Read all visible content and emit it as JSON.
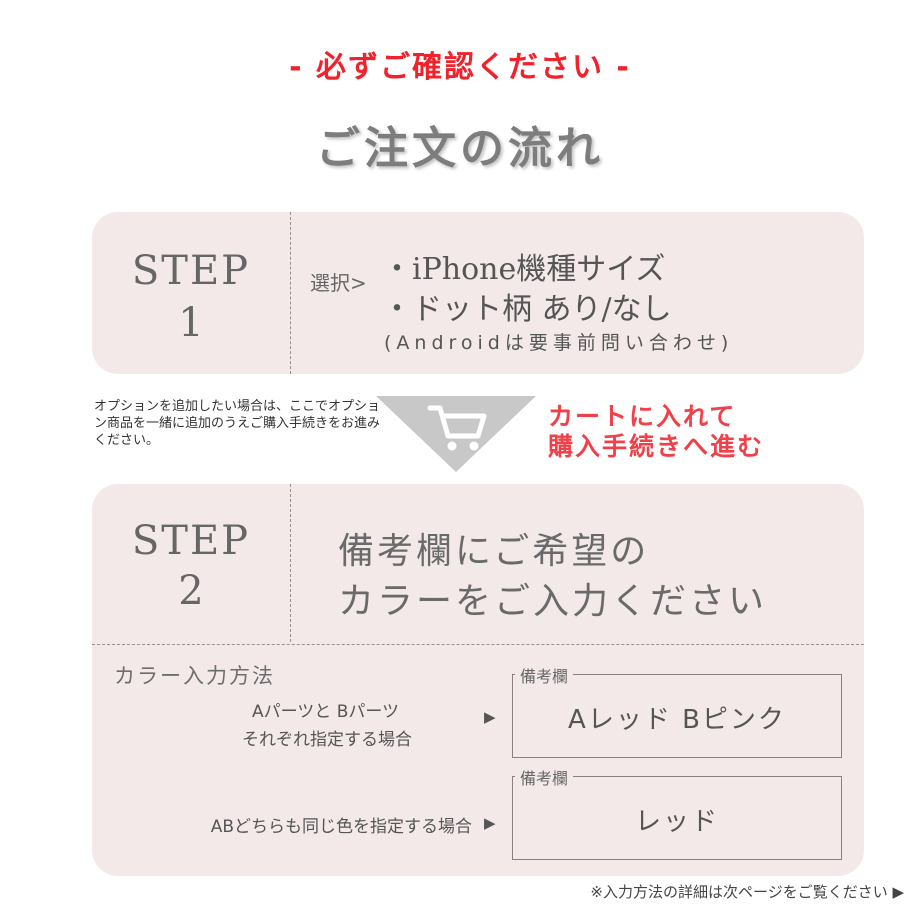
{
  "header": {
    "notice": "- 必ずご確認ください -",
    "title": "ご注文の流れ"
  },
  "step1": {
    "step_word": "STEP",
    "step_number": "1",
    "select_label": "選択>",
    "items": [
      "・iPhone機種サイズ",
      "・ドット柄 あり/なし"
    ],
    "note": "(Androidは要事前問い合わせ)"
  },
  "middle": {
    "option_note": "オプションを追加したい場合は、ここでオプション商品を一緒に追加のうえご購入手続きをお進みください。",
    "cart_line1": "カートに入れて",
    "cart_line2": "購入手続きへ進む",
    "cart_icon": "shopping-cart-icon"
  },
  "step2": {
    "step_word": "STEP",
    "step_number": "2",
    "line1": "備考欄にご希望の",
    "line2": "カラーをご入力ください",
    "color_heading": "カラー入力方法",
    "cases": [
      {
        "label_line1": "Aパーツと Bパーツ",
        "label_line2": "それぞれ指定する場合",
        "arrow": "▶",
        "box_legend": "備考欄",
        "box_value": "Aレッド Bピンク"
      },
      {
        "label_line1": "ABどちらも同じ色を指定する場合",
        "arrow": "▶",
        "box_legend": "備考欄",
        "box_value": "レッド"
      }
    ]
  },
  "footer": {
    "note": "※入力方法の詳細は次ページをご覧ください ▶"
  },
  "colors": {
    "accent_red": "#f0232d",
    "card_bg": "#f4e9e9",
    "arrow_gray": "#c8c8c8"
  }
}
